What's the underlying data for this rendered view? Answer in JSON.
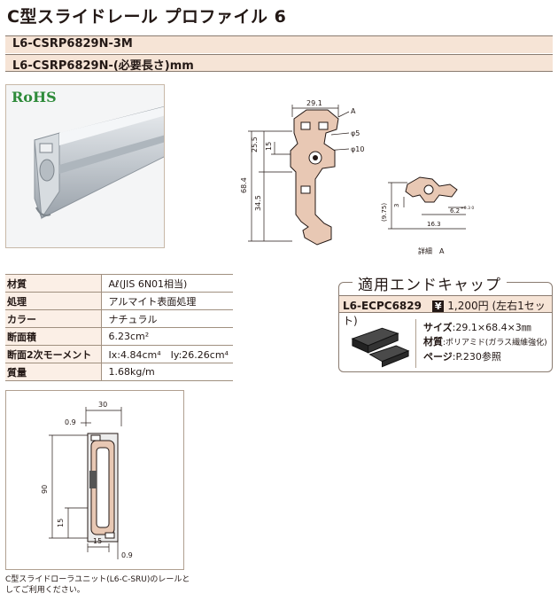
{
  "header": {
    "title": "C型スライドレール プロファイル 6",
    "part_number_1": "L6-CSRP6829N-3M",
    "part_number_2": "L6-CSRP6829N-(必要長さ)mm"
  },
  "photo": {
    "rohs_label": "RoHS"
  },
  "drawing": {
    "dims": {
      "width": "29.1",
      "h_total": "68.4",
      "h_upper": "25.5",
      "h_15": "15",
      "h_lower": "34.5",
      "dia5": "φ5",
      "dia10": "φ10",
      "point_a": "A"
    },
    "detail": {
      "label": "詳細　A",
      "d3": "3",
      "d975": "(9.75)",
      "d163": "16.3",
      "d62": "6.2",
      "d62_tol": "+0.3 0"
    }
  },
  "spec": {
    "rows": [
      {
        "key": "材質",
        "value": "Aℓ(JIS 6N01相当)"
      },
      {
        "key": "処理",
        "value": "アルマイト表面処理"
      },
      {
        "key": "カラー",
        "value": "ナチュラル"
      },
      {
        "key": "断面積",
        "value": "6.23cm²"
      },
      {
        "key": "断面2次モーメント",
        "value": "Ix:4.84cm⁴　Iy:26.26cm⁴"
      },
      {
        "key": "質量",
        "value": "1.68kg/m"
      }
    ]
  },
  "endcap": {
    "title": "適用エンドキャップ",
    "part_number": "L6-ECPC6829",
    "yen": "¥",
    "price": "1,200円 (左右1セット)",
    "size_label": "サイズ",
    "size_value": ":29.1×68.4×3㎜",
    "material_label": "材質",
    "material_value": ":ポリアミド(ガラス繊維強化)",
    "page_label": "ページ",
    "page_value": ":P.230参照"
  },
  "sideview": {
    "dims": {
      "d30": "30",
      "d09a": "0.9",
      "d90": "90",
      "d15a": "15",
      "d15b": "15",
      "d09b": "0.9"
    }
  },
  "note": {
    "text": "C型スライドローラユニット(L6-C-SRU)のレールとしてご利用ください。"
  }
}
